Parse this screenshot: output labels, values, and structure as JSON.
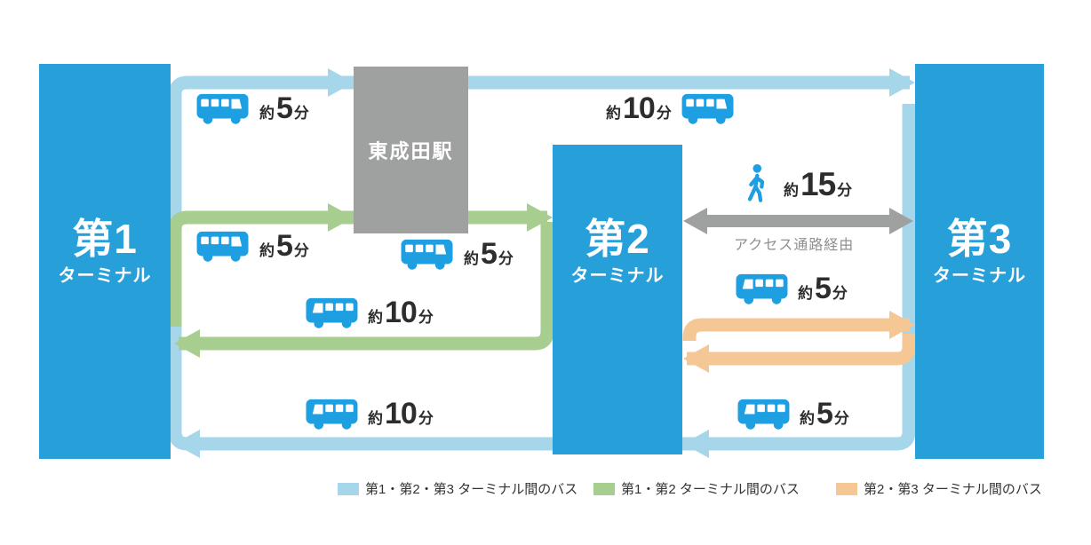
{
  "terminals": [
    {
      "name": "第1",
      "sub": "ターミナル"
    },
    {
      "name": "第2",
      "sub": "ターミナル"
    },
    {
      "name": "第3",
      "sub": "ターミナル"
    }
  ],
  "station": {
    "name": "東成田駅"
  },
  "time_labels": {
    "t1_station_blue": {
      "prefix": "約",
      "value": "5",
      "suffix": "分"
    },
    "station_t3_blue": {
      "prefix": "約",
      "value": "10",
      "suffix": "分"
    },
    "t1_station_green": {
      "prefix": "約",
      "value": "5",
      "suffix": "分"
    },
    "station_t2_green": {
      "prefix": "約",
      "value": "5",
      "suffix": "分"
    },
    "t2_t1_green": {
      "prefix": "約",
      "value": "10",
      "suffix": "分"
    },
    "t2_t1_blue": {
      "prefix": "約",
      "value": "10",
      "suffix": "分"
    },
    "t2_t3_orange": {
      "prefix": "約",
      "value": "5",
      "suffix": "分"
    },
    "t3_t2_blue": {
      "prefix": "約",
      "value": "5",
      "suffix": "分"
    },
    "walk": {
      "prefix": "約",
      "value": "15",
      "suffix": "分",
      "note": "アクセス通路経由"
    }
  },
  "legend": [
    {
      "label": "第1・第2・第3 ターミナル間のバス",
      "color": "#A6D6EA"
    },
    {
      "label": "第1・第2 ターミナル間のバス",
      "color": "#A7CE8E"
    },
    {
      "label": "第2・第3 ターミナル間のバス",
      "color": "#F5C795"
    }
  ],
  "colors": {
    "terminal_box": "#27A0DA",
    "station_box": "#9FA0A0",
    "bus_icon": "#1E9FE2",
    "route_blue": "#A6D6EA",
    "route_green": "#A7CE8E",
    "route_orange": "#F5C795",
    "walk_arrow": "#9FA0A0",
    "time_text": "#2D2D2D",
    "note_text": "#8E8F90"
  },
  "icons": {
    "bus": "bus-icon",
    "walk": "walking-person-icon"
  }
}
